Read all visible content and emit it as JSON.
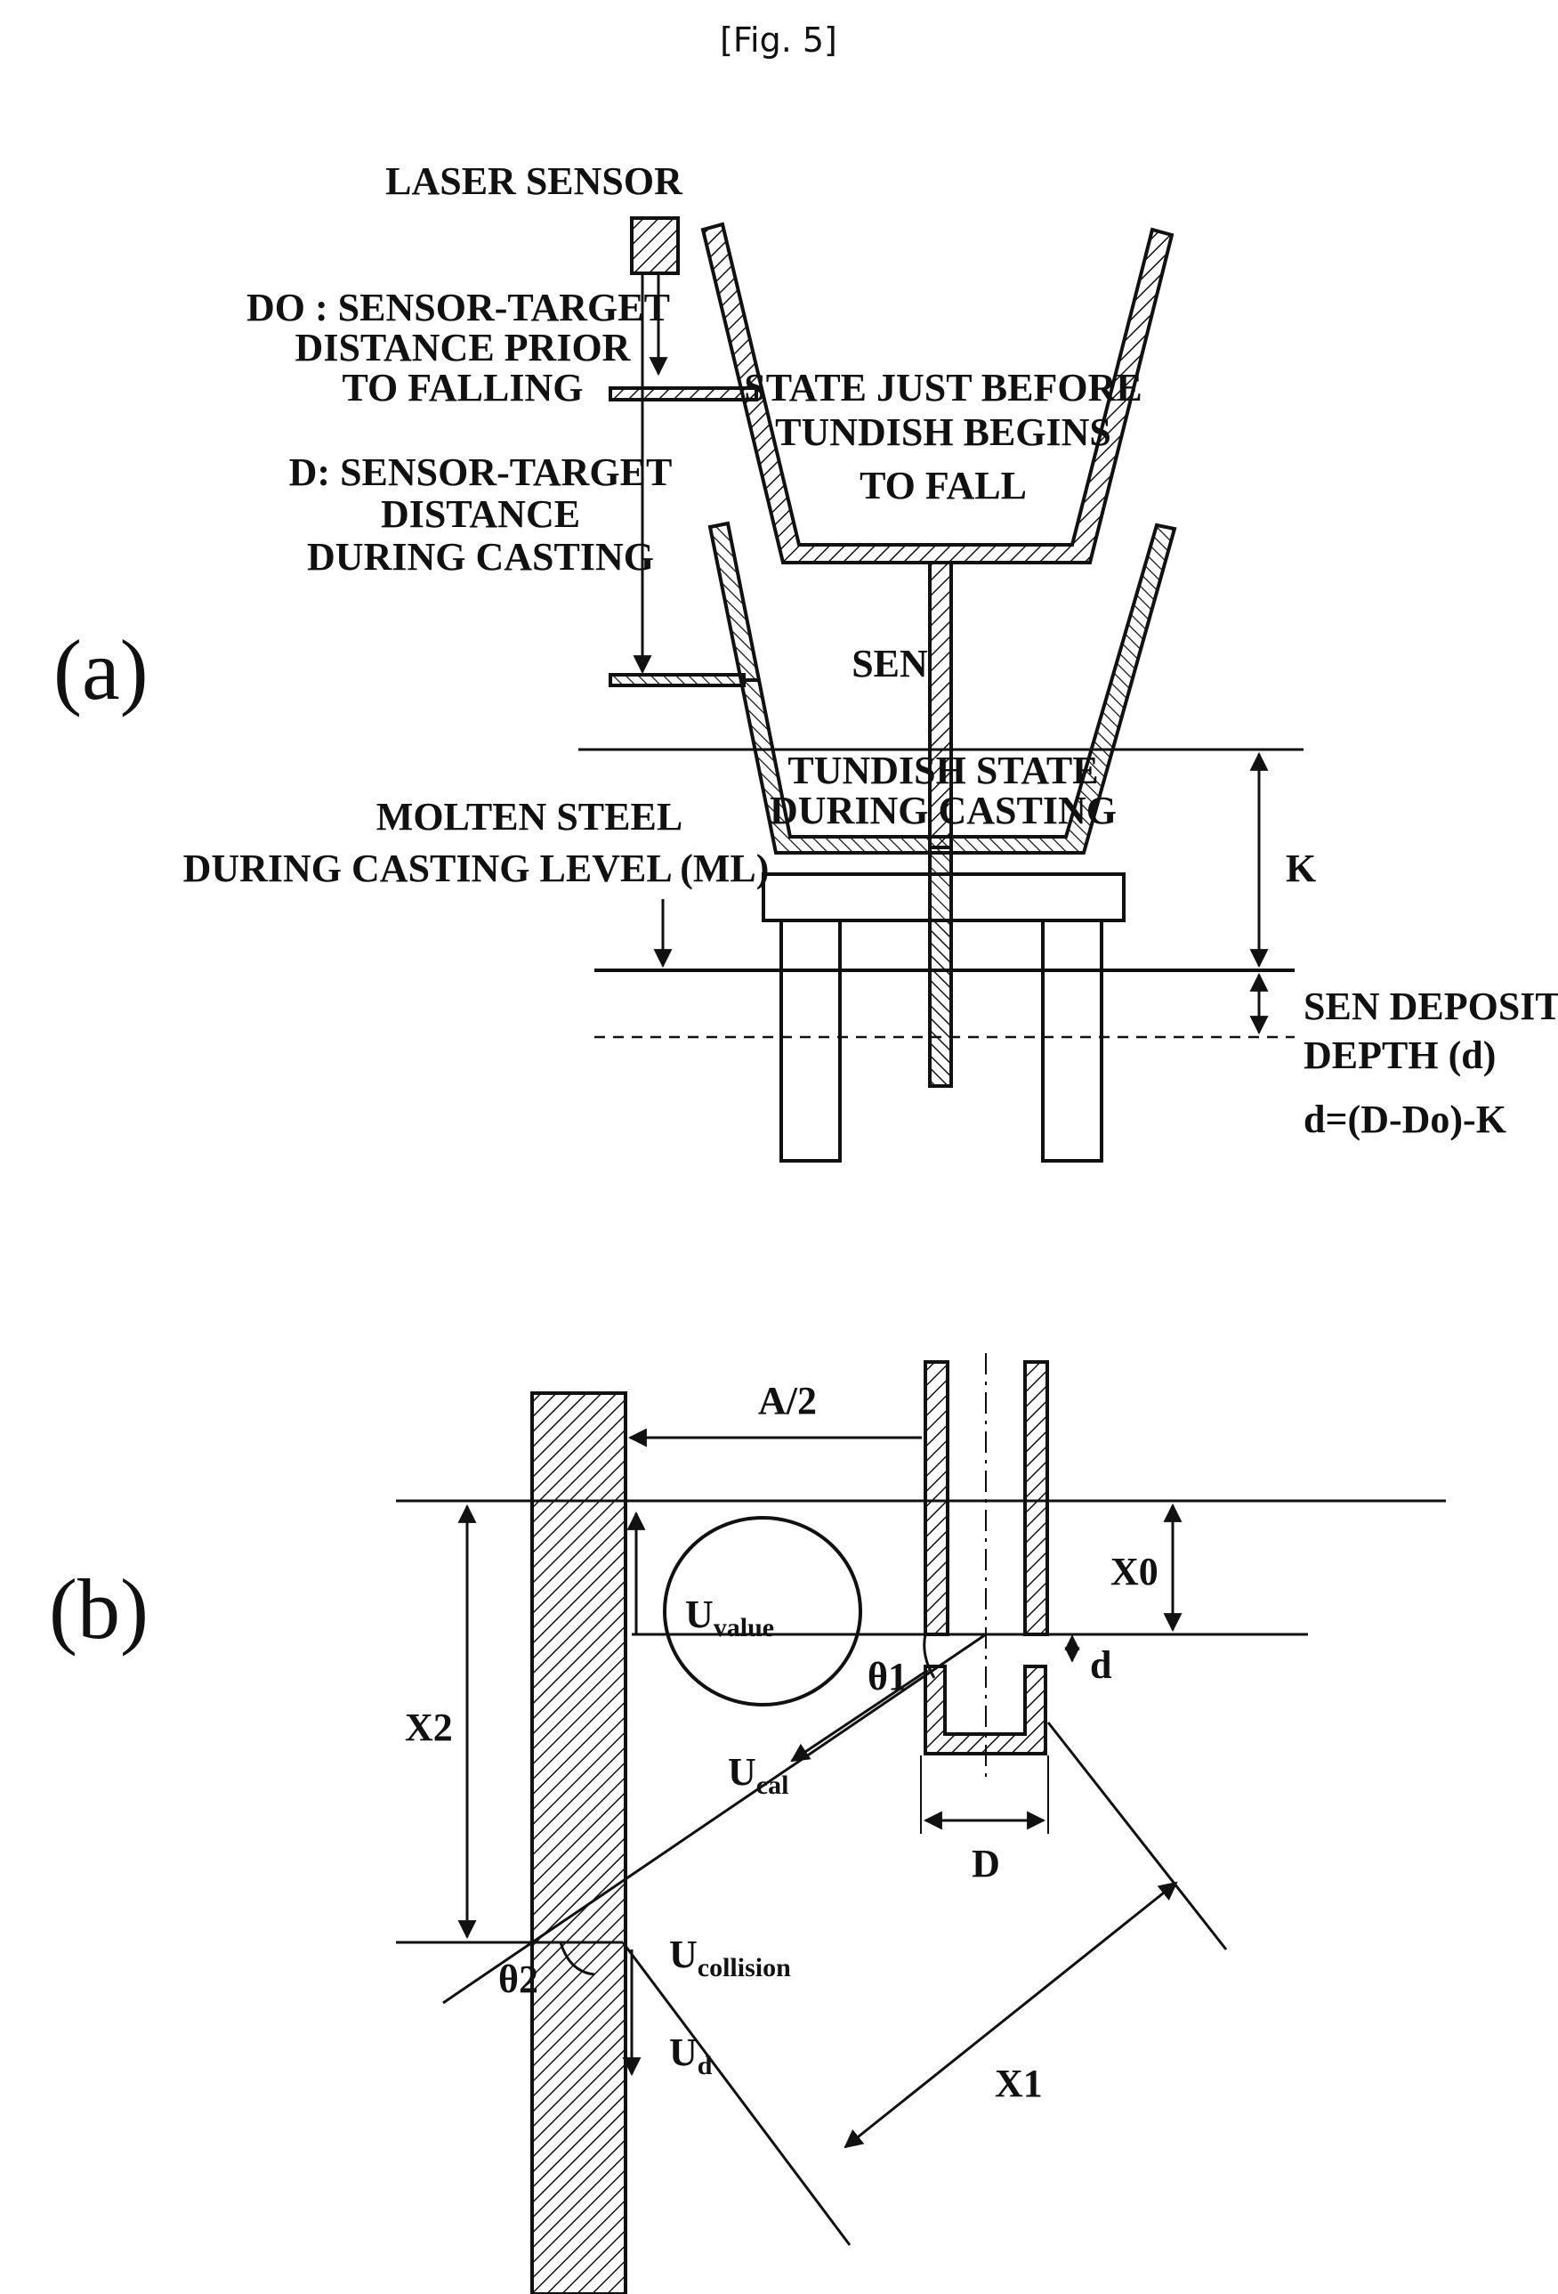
{
  "figure": {
    "caption": "[Fig. 5]"
  },
  "panel_a": {
    "label": "(a)",
    "laser_sensor": "LASER SENSOR",
    "d0_line1": "DO : SENSOR-TARGET",
    "d0_line2": "DISTANCE PRIOR",
    "d0_line3": "TO FALLING",
    "d_line1": "D: SENSOR-TARGET",
    "d_line2": "DISTANCE",
    "d_line3": "DURING CASTING",
    "state_before_line1": "STATE JUST BEFORE",
    "state_before_line2": "TUNDISH BEGINS",
    "state_before_line3": "TO FALL",
    "sen": "SEN",
    "state_casting_line1": "TUNDISH STATE",
    "state_casting_line2": "DURING CASTING",
    "molten_line1": "MOLTEN STEEL",
    "molten_line2": "DURING CASTING LEVEL (ML)",
    "k": "K",
    "deposit_line1": "SEN DEPOSIT",
    "deposit_line2": "DEPTH (d)",
    "formula": "d=(D-Do)-K"
  },
  "panel_b": {
    "label": "(b)",
    "a_half": "A/2",
    "x0": "X0",
    "x2": "X2",
    "x1": "X1",
    "u_value_main": "U",
    "u_value_sub": "value",
    "u_cal_main": "U",
    "u_cal_sub": "cal",
    "u_collision_main": "U",
    "u_collision_sub": "collision",
    "u_d_main": "U",
    "u_d_sub": "d",
    "theta1": "θ1",
    "theta2": "θ2",
    "d_small": "d",
    "d_big": "D"
  }
}
